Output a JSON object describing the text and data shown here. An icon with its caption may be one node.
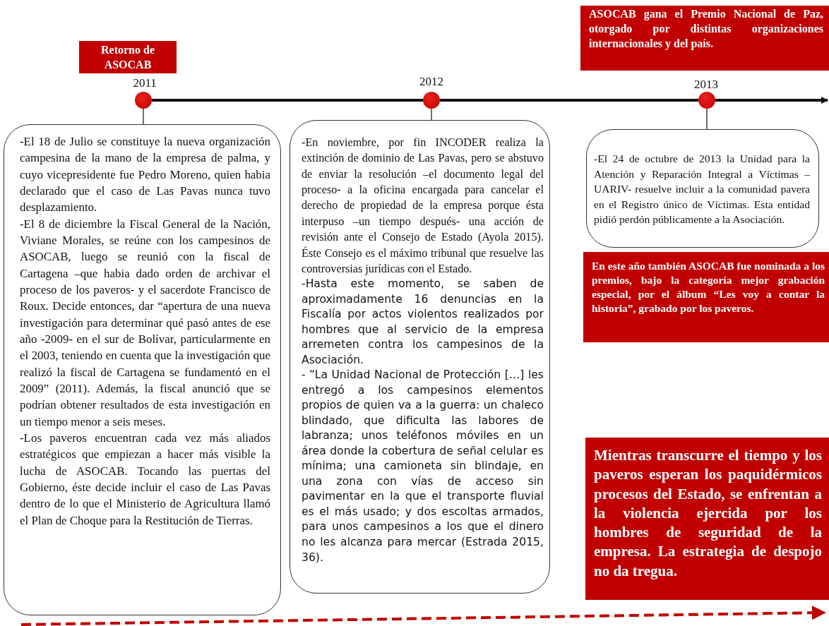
{
  "diagram": {
    "nodes": [
      {
        "text": [
          "Retorno de ASOCAB"
        ]
      },
      {
        "text": [],
        "shape": "circle",
        "beside": [
          "2011"
        ]
      },
      {
        "text": [
          "-El 18 de Julio se constituye la nueva organización campesina de la mano de la empresa de palma, y cuyo vicepresidente fue Pedro Moreno, quien habia declarado que el caso de Las Pavas nunca tuvo desplazamiento.",
          "-El 8 de diciembre la Fiscal General de la Nación, Viviane Morales, se reúne con los campesinos de ASOCAB, luego se reunió con la fiscal de Cartagena –que habia dado orden de archivar el proceso de los paveros- y el sacerdote Francisco de Roux. Decide entonces, dar “apertura de una nueva investigación para determinar qué pasó antes de ese año -2009- en el sur de Bolívar, particularmente en el 2003, teniendo en cuenta que la investigación que realizó la fiscal de Cartagena se fundamentó en el 2009” (2011). Además, la fiscal anunció que se podrían obtener resultados de esta investigación en un tiempo menor a seis meses.",
          "-Los paveros encuentran cada vez más aliados estratégicos que empiezan a hacer más visible la lucha de ASOCAB. Tocando las puertas del Gobierno, éste decide incluir el caso de Las Pavas dentro de lo que el Ministerio de Agricultura llamó el Plan de Choque para la Restitución de Tierras."
        ]
      },
      {
        "text": [],
        "shape": "circle",
        "beside": [
          "2012"
        ]
      },
      {
        "text": [
          "-En noviembre, por fin INCODER realiza la extinción de dominio de Las Pavas, pero se abstuvo de enviar la resolución –el documento legal del proceso- a la oficina encargada para cancelar el derecho de propiedad de la empresa porque ésta interpuso –un tiempo después- una acción de revisión ante el Consejo de Estado (Ayola 2015). Éste Consejo es el máximo tribunal que resuelve las controversias jurídicas con el Estado.",
          "-Hasta este momento, se saben de aproximadamente 16 denuncias en la Fiscalía por actos violentos realizados por hombres que al servicio de la empresa arremeten contra los campesinos de la Asociación.",
          "- “La Unidad Nacional de Protección […] les entregó a los campesinos elementos propios de quien va a la guerra: un chaleco blindado, que dificulta las labores de labranza; unos teléfonos móviles en un área donde la cobertura de señal celular es mínima; una camioneta sin blindaje, en una zona con vías de acceso sin pavimentar en la que el transporte fluvial es el más usado; y dos escoltas armados, para unos campesinos a los que el dinero no les alcanza para mercar (Estrada 2015, 36)."
        ]
      },
      {
        "text": [
          "ASOCAB gana el Premio Nacional de Paz, otorgado por distintas organizaciones internacionales y del país."
        ]
      },
      {
        "text": [],
        "shape": "circle",
        "beside": [
          "2013"
        ]
      },
      {
        "text": [
          "-El 24 de octubre de 2013 la Unidad para la Atención y Reparación Integral a Víctimas –UARIV- resuelve incluir a la comunidad pavera en el Registro único de Víctimas. Esta entidad pidió perdón públicamente a la Asociación."
        ]
      },
      {
        "text": [
          "En este año también ASOCAB fue nominada a los premios, bajo la categoría mejor grabación especial, por el álbum “Les voy a contar la historia”, grabado por los paveros."
        ]
      },
      {
        "text": [
          "Mientras transcurre el tiempo y los paveros esperan los paquidérmicos procesos del Estado, se enfrentan a la violencia ejercida por los hombres de seguridad de la empresa. La estrategia de despojo no da tregua."
        ]
      }
    ],
    "edges": [
      {
        "from": 1,
        "to": 3,
        "arrow": "none",
        "style": "thick"
      },
      {
        "from": 3,
        "to": 6,
        "arrow": "none",
        "style": "thick"
      },
      {
        "from": 6,
        "to": null,
        "arrow": "to",
        "style": "thick"
      },
      {
        "from": 1,
        "to": 2,
        "arrow": "none"
      },
      {
        "from": 3,
        "to": 4,
        "arrow": "none"
      },
      {
        "from": 6,
        "to": 7,
        "arrow": "none"
      }
    ]
  }
}
